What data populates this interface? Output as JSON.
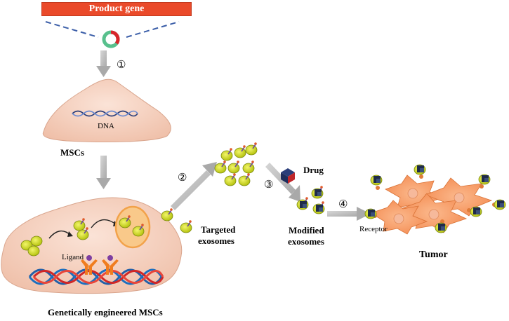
{
  "labels": {
    "product_gene": "Product gene",
    "step1": "①",
    "step2": "②",
    "step3": "③",
    "step4": "④",
    "dna": "DNA",
    "mscs": "MSCs",
    "genetically_engineered": "Genetically engineered MSCs",
    "ligand": "Ligand",
    "targeted_line1": "Targeted",
    "targeted_line2": "exosomes",
    "drug": "Drug",
    "modified_line1": "Modified",
    "modified_line2": "exosomes",
    "receptor": "Receptor",
    "tumor": "Tumor"
  },
  "colors": {
    "product_gene_bar": "#ea4a2a",
    "cell_fill": "#f6d3c2",
    "tumor_fill": "#f79a63",
    "exosome_fill": "#cfdc1a",
    "arrow": "#bfbfbf",
    "plasmid": "#58c08d"
  },
  "icons": {
    "plasmid": "plasmid-icon",
    "exosome": "exosome-icon",
    "drug": "drug-cube-icon",
    "dna": "dna-helix-icon",
    "tumor_cell": "tumor-cell-icon"
  }
}
